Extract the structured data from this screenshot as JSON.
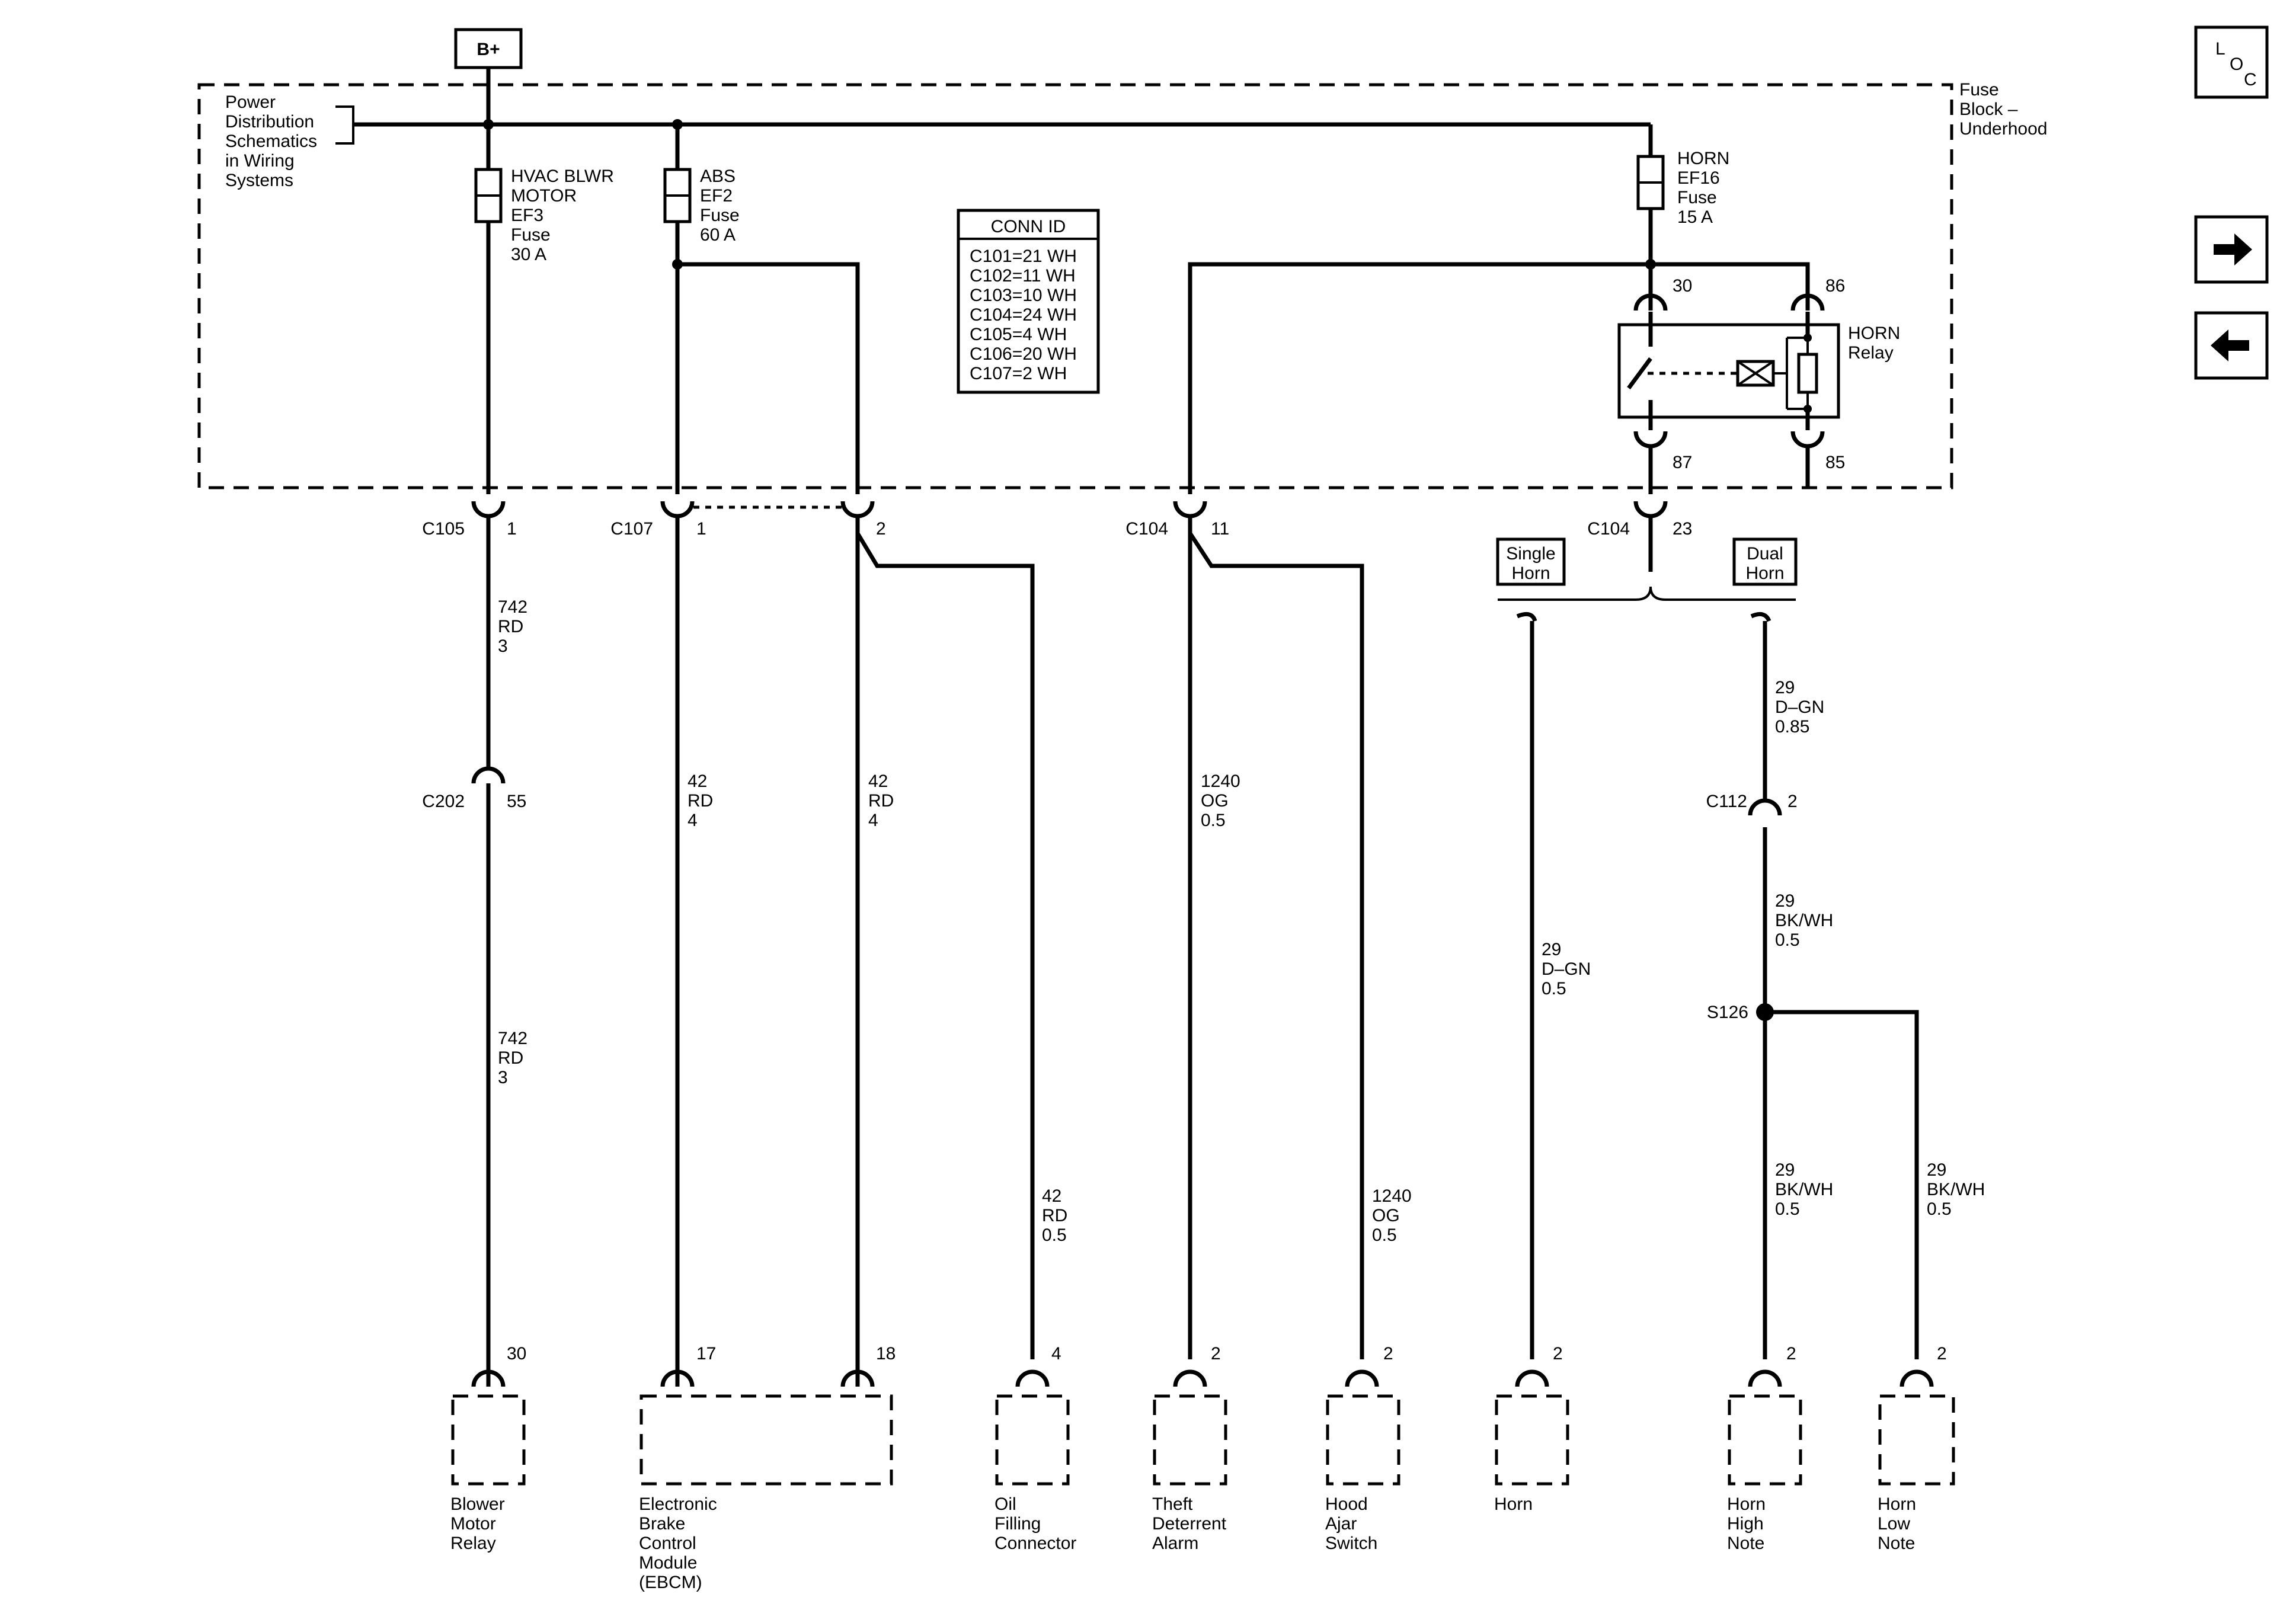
{
  "supply": {
    "label": "B+"
  },
  "fuse_block": {
    "line1": "Fuse",
    "line2": "Block –",
    "line3": "Underhood"
  },
  "power_dist_ref": [
    "Power",
    "Distribution",
    "Schematics",
    "in Wiring",
    "Systems"
  ],
  "fuses": [
    {
      "lines": [
        "HVAC BLWR",
        "MOTOR",
        "EF3",
        "Fuse",
        "30 A"
      ]
    },
    {
      "lines": [
        "ABS",
        "EF2",
        "Fuse",
        "60 A"
      ]
    },
    {
      "lines": [
        "HORN",
        "EF16",
        "Fuse",
        "15 A"
      ]
    }
  ],
  "conn_id": {
    "title": "CONN ID",
    "rows": [
      "C101=21 WH",
      "C102=11 WH",
      "C103=10 WH",
      "C104=24 WH",
      "C105=4 WH",
      "C106=20 WH",
      "C107=2 WH"
    ]
  },
  "relay": {
    "name_lines": [
      "HORN",
      "Relay"
    ],
    "pin_30": "30",
    "pin_86": "86",
    "pin_87": "87",
    "pin_85": "85"
  },
  "connectors": {
    "c105": {
      "id": "C105",
      "pin": "1"
    },
    "c107": {
      "id": "C107",
      "pin1": "1",
      "pin2": "2"
    },
    "c104a": {
      "id": "C104",
      "pin": "11"
    },
    "c104b": {
      "id": "C104",
      "pin": "23"
    },
    "c202": {
      "id": "C202",
      "pin": "55"
    },
    "c112": {
      "id": "C112",
      "pin": "2"
    }
  },
  "splice": {
    "id": "S126"
  },
  "options": {
    "single": [
      "Single",
      "Horn"
    ],
    "dual": [
      "Dual",
      "Horn"
    ]
  },
  "wires": {
    "blower_top": [
      "742",
      "RD",
      "3"
    ],
    "blower_bot": [
      "742",
      "RD",
      "3"
    ],
    "ebcm_a": [
      "42",
      "RD",
      "4"
    ],
    "ebcm_b": [
      "42",
      "RD",
      "4"
    ],
    "oil": [
      "42",
      "RD",
      "0.5"
    ],
    "theft": [
      "1240",
      "OG",
      "0.5"
    ],
    "hood": [
      "1240",
      "OG",
      "0.5"
    ],
    "horn_single": [
      "29",
      "D–GN",
      "0.5"
    ],
    "dual_top": [
      "29",
      "D–GN",
      "0.85"
    ],
    "dual_mid": [
      "29",
      "BK/WH",
      "0.5"
    ],
    "high": [
      "29",
      "BK/WH",
      "0.5"
    ],
    "low": [
      "29",
      "BK/WH",
      "0.5"
    ]
  },
  "components": [
    {
      "pin": "30",
      "name": [
        "Blower",
        "Motor",
        "Relay"
      ]
    },
    {
      "pin_a": "17",
      "pin_b": "18",
      "name": [
        "Electronic",
        "Brake",
        "Control",
        "Module",
        "(EBCM)"
      ]
    },
    {
      "pin": "4",
      "name": [
        "Oil",
        "Filling",
        "Connector"
      ]
    },
    {
      "pin": "2",
      "name": [
        "Theft",
        "Deterrent",
        "Alarm"
      ]
    },
    {
      "pin": "2",
      "name": [
        "Hood",
        "Ajar",
        "Switch"
      ]
    },
    {
      "pin": "2",
      "name": [
        "Horn"
      ]
    },
    {
      "pin": "2",
      "name": [
        "Horn",
        "High",
        "Note"
      ]
    },
    {
      "pin": "2",
      "name": [
        "Horn",
        "Low",
        "Note"
      ]
    }
  ],
  "sidebar": {
    "loc_l": "L",
    "loc_o": "O",
    "loc_c": "C",
    "next_icon": "arrow-right-icon",
    "prev_icon": "arrow-left-icon"
  }
}
